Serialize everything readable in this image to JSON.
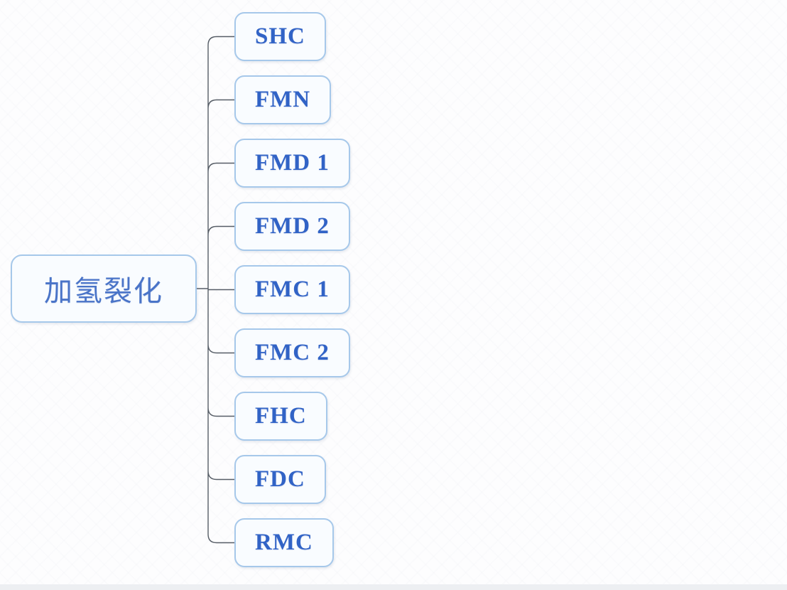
{
  "diagram": {
    "title": "hydrocracking-unit-tree",
    "root": {
      "label": "加氢裂化"
    },
    "children": [
      {
        "label": "SHC"
      },
      {
        "label": "FMN"
      },
      {
        "label": "FMD 1"
      },
      {
        "label": "FMD 2"
      },
      {
        "label": "FMC 1"
      },
      {
        "label": "FMC 2"
      },
      {
        "label": "FHC"
      },
      {
        "label": "FDC"
      },
      {
        "label": "RMC"
      }
    ],
    "colors": {
      "node_border": "#a6c8ea",
      "node_fill": "#f9fcff",
      "node_text": "#3163c6",
      "root_text": "#4a74c8",
      "connector": "#565d66",
      "bg": "#fdfdfe",
      "edge_strip": "#edeff2"
    }
  }
}
